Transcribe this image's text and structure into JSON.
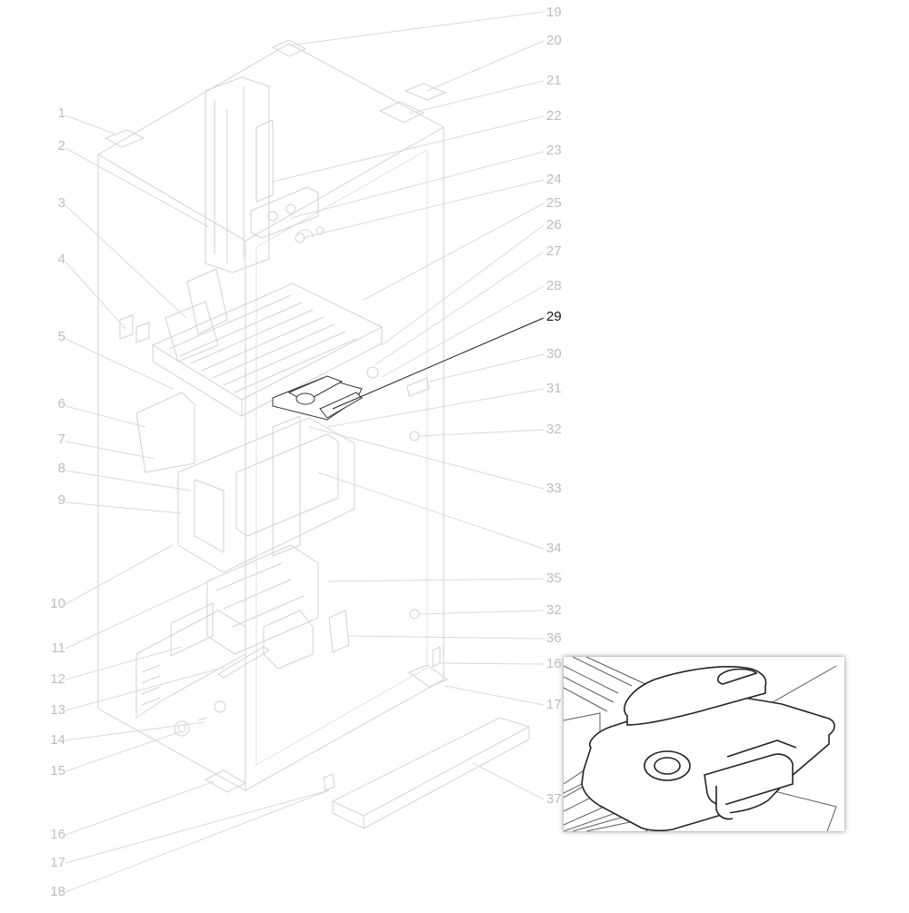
{
  "diagram": {
    "highlighted_callout": "29",
    "callouts_left": [
      "1",
      "2",
      "3",
      "4",
      "5",
      "6",
      "7",
      "8",
      "9",
      "10",
      "11",
      "12",
      "13",
      "14",
      "15",
      "16",
      "17",
      "18"
    ],
    "callouts_right": [
      "19",
      "20",
      "21",
      "22",
      "23",
      "24",
      "25",
      "26",
      "27",
      "28",
      "29",
      "30",
      "31",
      "32",
      "33",
      "34",
      "35",
      "32",
      "36",
      "16",
      "17",
      "37"
    ]
  },
  "colors": {
    "faded_line": "#cfcfcf",
    "faded_text": "#bdbdbd",
    "highlight": "#111111"
  }
}
